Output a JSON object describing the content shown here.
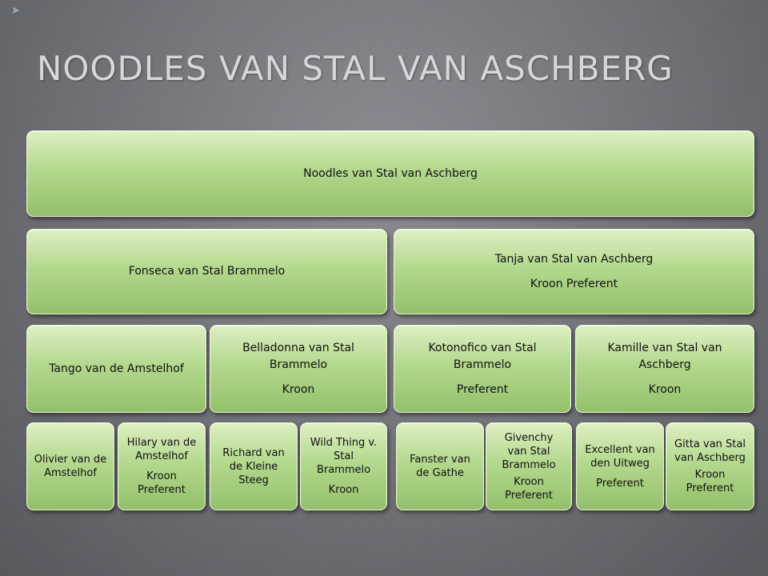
{
  "title": "NOODLES VAN STAL VAN ASCHBERG",
  "tree": {
    "root": {
      "name": "Noodles van Stal van Aschberg"
    },
    "sire": {
      "name": "Fonseca van Stal Brammelo"
    },
    "dam": {
      "name": "Tanja van Stal van Aschberg",
      "predicate": "Kroon Preferent"
    },
    "sire_sire": {
      "name": "Tango van de Amstelhof"
    },
    "sire_dam": {
      "name": "Belladonna van Stal Brammelo",
      "predicate": "Kroon"
    },
    "dam_sire": {
      "name": "Kotonofico van Stal Brammelo",
      "predicate": "Preferent"
    },
    "dam_dam": {
      "name": "Kamille van Stal van Aschberg",
      "predicate": "Kroon"
    },
    "ss_sire": {
      "name": "Olivier van de Amstelhof"
    },
    "ss_dam": {
      "name": "Hilary van de Amstelhof",
      "predicate": "Kroon Preferent"
    },
    "sd_sire": {
      "name": "Richard van de Kleine Steeg"
    },
    "sd_dam": {
      "name": "Wild Thing v. Stal Brammelo",
      "predicate": "Kroon"
    },
    "ds_sire": {
      "name": "Fanster van de Gathe"
    },
    "ds_dam": {
      "name": "Givenchy van Stal Brammelo",
      "predicate": "Kroon Preferent"
    },
    "dd_sire": {
      "name": "Excellent van den Uitweg",
      "predicate": "Preferent"
    },
    "dd_dam": {
      "name": "Gitta van Stal van Aschberg",
      "predicate": "Kroon Preferent"
    }
  }
}
